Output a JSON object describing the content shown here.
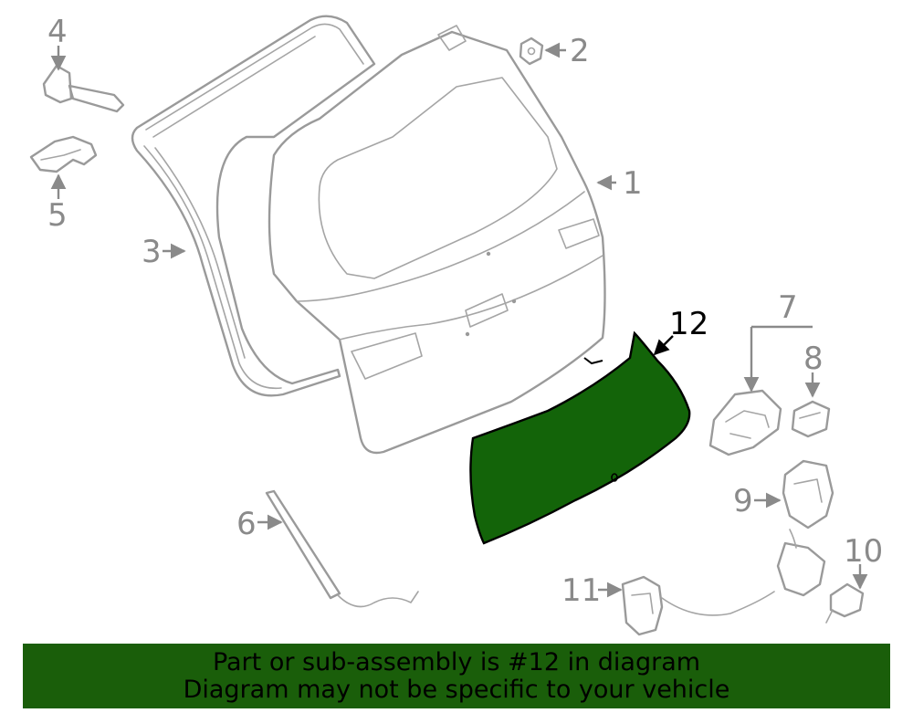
{
  "diagram": {
    "highlighted_part": "12",
    "highlight_color": "#136409",
    "callouts": [
      "1",
      "2",
      "3",
      "4",
      "5",
      "6",
      "7",
      "8",
      "9",
      "10",
      "11",
      "12"
    ]
  },
  "banner": {
    "line1": "Part or sub-assembly is #12 in diagram",
    "line2": "Diagram may not be specific to your vehicle",
    "background": "#1a5e0a"
  }
}
